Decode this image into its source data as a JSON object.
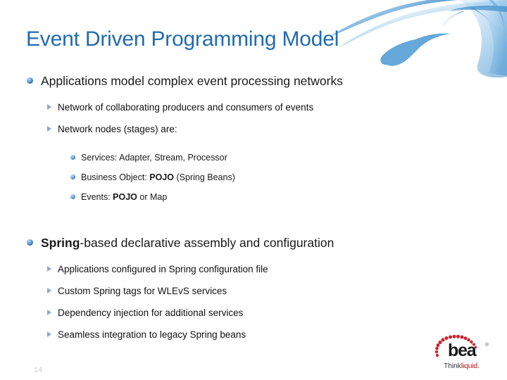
{
  "slide": {
    "title": "Event Driven Programming Model",
    "page_number": "14",
    "title_color": "#1F6BB0",
    "background_color": "#FFFFFF",
    "bullet_level1_color": "#2F6FB5",
    "bullet_level2_color": "#8FA8C4",
    "bullet_level3_color": "#3C77B4"
  },
  "content": {
    "block1": {
      "heading": "Applications model complex event processing networks",
      "sub": [
        "Network of collaborating producers and consumers of events",
        "Network nodes (stages) are:"
      ],
      "subsub": [
        {
          "pre": "Services: Adapter, Stream, Processor",
          "bold": "",
          "post": ""
        },
        {
          "pre": "Business Object: ",
          "bold": "POJO",
          "post": " (Spring Beans)"
        },
        {
          "pre": "Events: ",
          "bold": "POJO",
          "post": " or Map"
        }
      ]
    },
    "block2": {
      "heading_bold": "Spring",
      "heading_rest": "-based declarative assembly and configuration",
      "sub": [
        "Applications configured in Spring configuration file",
        "Custom Spring tags for WLEvS services",
        "Dependency injection for additional services",
        "Seamless integration to legacy Spring beans"
      ]
    }
  },
  "logo": {
    "wordmark": "bea",
    "trademark": "®",
    "tagline_pre": "Think",
    "tagline_brand": "liquid",
    "tagline_post": ".",
    "arc_color": "#C8202C",
    "wordmark_color": "#1A1A1A"
  }
}
